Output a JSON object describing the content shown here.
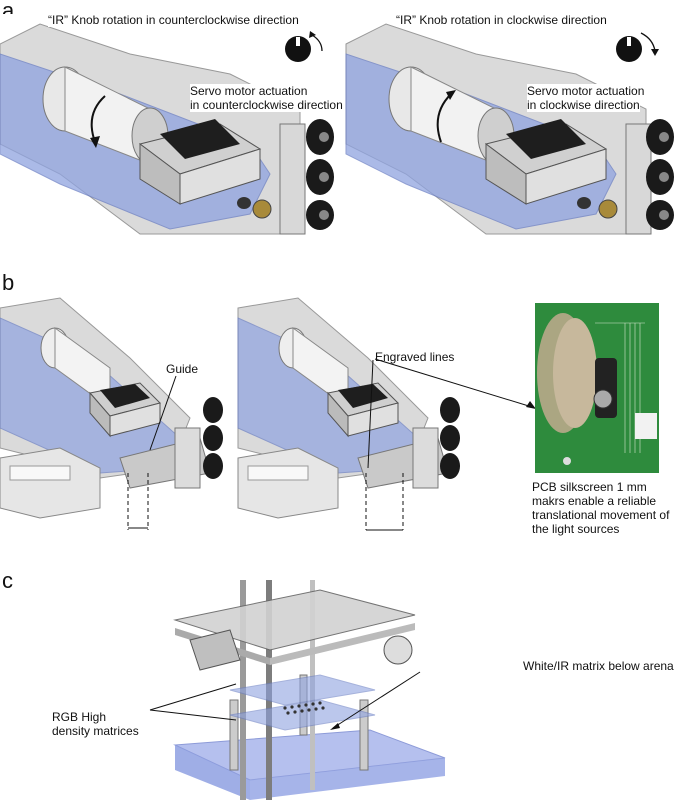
{
  "panels": {
    "a": {
      "letter": "a",
      "left": {
        "title": "“IR” Knob rotation in counterclockwise direction",
        "servo_line1": "Servo motor actuation",
        "servo_line2": "in counterclockwise direction"
      },
      "right": {
        "title": "“IR” Knob rotation in clockwise direction",
        "servo_line1": "Servo motor actuation",
        "servo_line2": "in clockwise direction"
      }
    },
    "b": {
      "letter": "b",
      "guide_label": "Guide",
      "engraved_label": "Engraved lines",
      "pcb_caption_lines": [
        "PCB silkscreen 1 mm",
        "makrs enable a reliable",
        "translational movement of",
        "the light sources"
      ]
    },
    "c": {
      "letter": "c",
      "rgb_line1": "RGB High",
      "rgb_line2": "density matrices",
      "white_ir_label": "White/IR matrix below arena"
    }
  },
  "colors": {
    "blue_plate": "#8fa3e0",
    "metal": "#c9c9c9",
    "dark": "#2a2a2a",
    "pcb_green": "#2e8b3d"
  },
  "icons": [
    "knob-ccw-icon",
    "knob-cw-icon",
    "servo-motor-icon",
    "rotation-arrow-icon"
  ]
}
